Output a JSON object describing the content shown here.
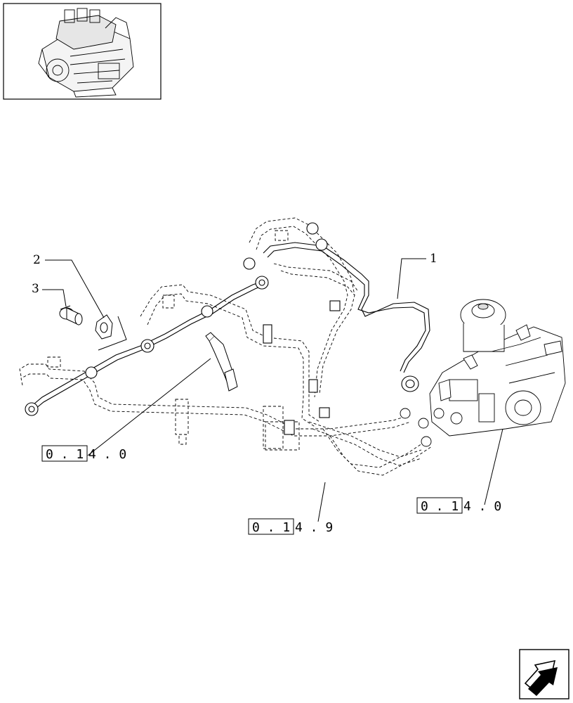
{
  "callouts": {
    "item_1": "1",
    "item_2": "2",
    "item_3": "3"
  },
  "references": [
    {
      "boxed": "0 . 1",
      "tail": "4 . 0"
    },
    {
      "boxed": "0 . 1",
      "tail": "4 . 9"
    },
    {
      "boxed": "0 . 1",
      "tail": "4 . 0"
    }
  ],
  "icons": {
    "thumbnail": "engine-thumbnail-icon",
    "navigation": "next-page-arrow-icon"
  }
}
